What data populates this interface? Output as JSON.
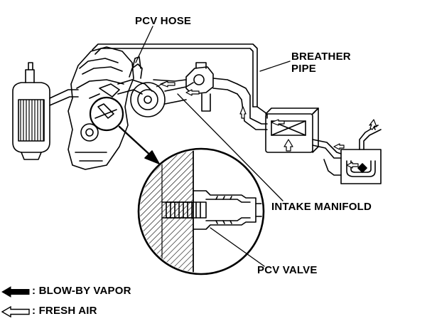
{
  "labels": {
    "pcv_hose": "PCV HOSE",
    "breather_line1": "BREATHER",
    "breather_line2": "PIPE",
    "intake_manifold": "INTAKE MANIFOLD",
    "pcv_valve": "PCV VALVE"
  },
  "legend": {
    "blowby": ": BLOW-BY VAPOR",
    "fresh_air": ": FRESH AIR"
  },
  "colors": {
    "ink": "#000000",
    "paper": "#ffffff"
  }
}
